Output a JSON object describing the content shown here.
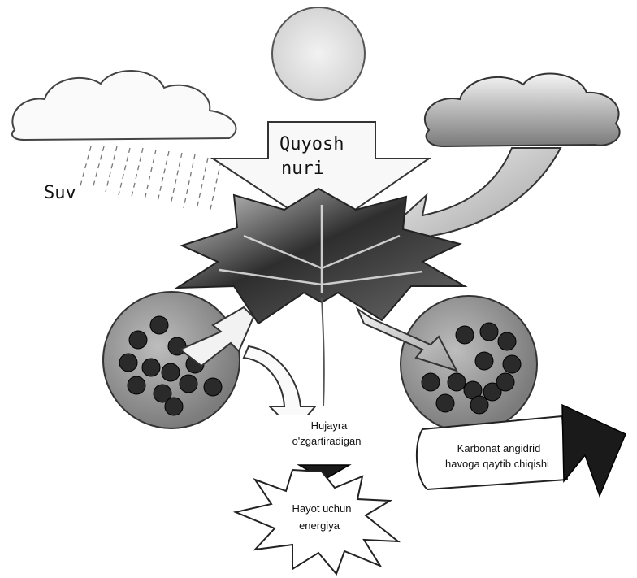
{
  "labels": {
    "sunlight_line1": "Quyosh",
    "sunlight_line2": "nuri",
    "water": "Suv",
    "cell_line1": "Hujayra",
    "cell_line2": "o'zgartiradigan",
    "co2_line1": "Karbonat angidrid",
    "co2_line2": "havoga qaytib chiqishi",
    "energy_line1": "Hayot uchun",
    "energy_line2": "energiya"
  },
  "icons": {
    "sun": "sun-icon",
    "cloud_left": "rain-cloud-icon",
    "cloud_right": "cloud-icon",
    "leaf": "leaf-icon",
    "cell_left": "cell-icon",
    "cell_right": "cell-icon"
  },
  "colors": {
    "ink": "#111111",
    "shade": "#888888",
    "light": "#e6e6e6",
    "cell_fill": "#9a9a9a",
    "dot_fill": "#2a2a2a"
  }
}
